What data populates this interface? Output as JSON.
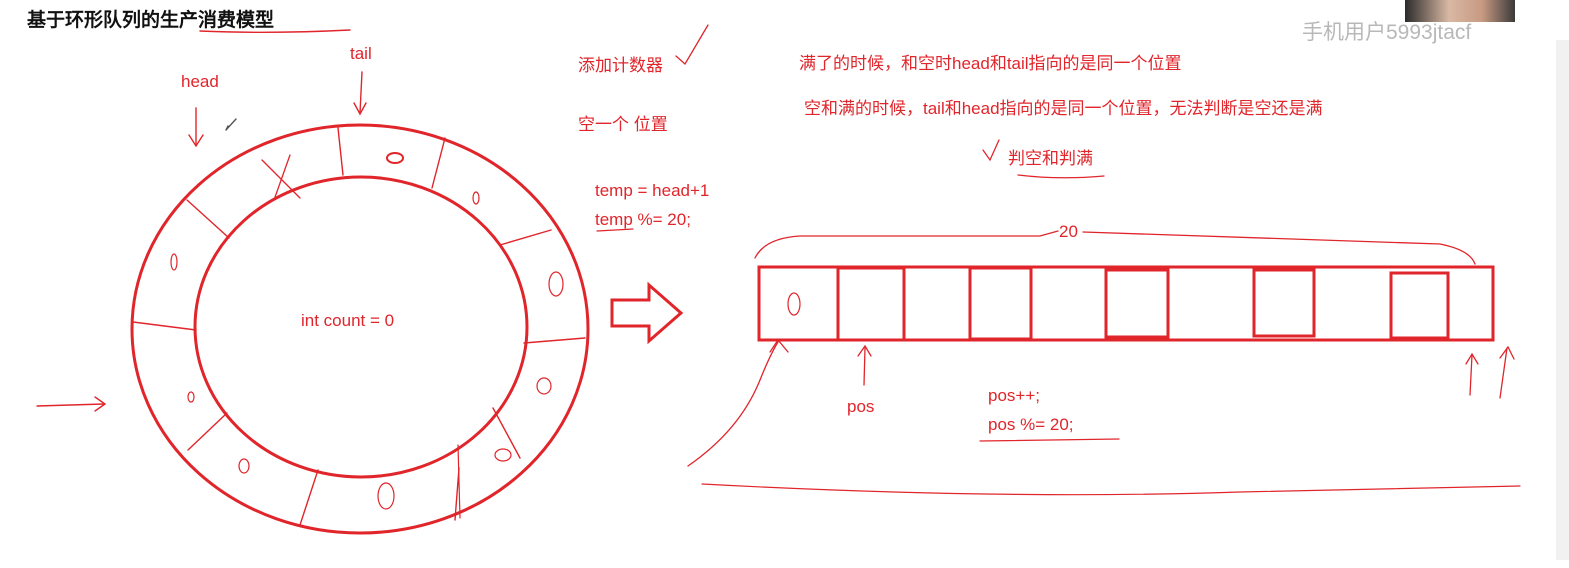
{
  "title": "基于环形队列的生产消费模型",
  "watermark": "手机用户5993jtacf",
  "labels": {
    "head": "head",
    "tail": "tail",
    "count": "int count = 0",
    "add_counter": "添加计数器",
    "empty_slot": "空一个 位置",
    "temp1": "temp = head+1",
    "temp2": "temp %= 20;",
    "full_note": "满了的时候，和空时head和tail指向的是同一个位置",
    "empty_full_note": "空和满的时候，tail和head指向的是同一个位置，无法判断是空还是满",
    "judge": "判空和判满",
    "size": "20",
    "pos": "pos",
    "pos_inc": "pos++;",
    "pos_mod": "pos %= 20;"
  },
  "colors": {
    "ink": "#e0252b",
    "title": "#111111",
    "watermark": "#b8b8b8"
  }
}
